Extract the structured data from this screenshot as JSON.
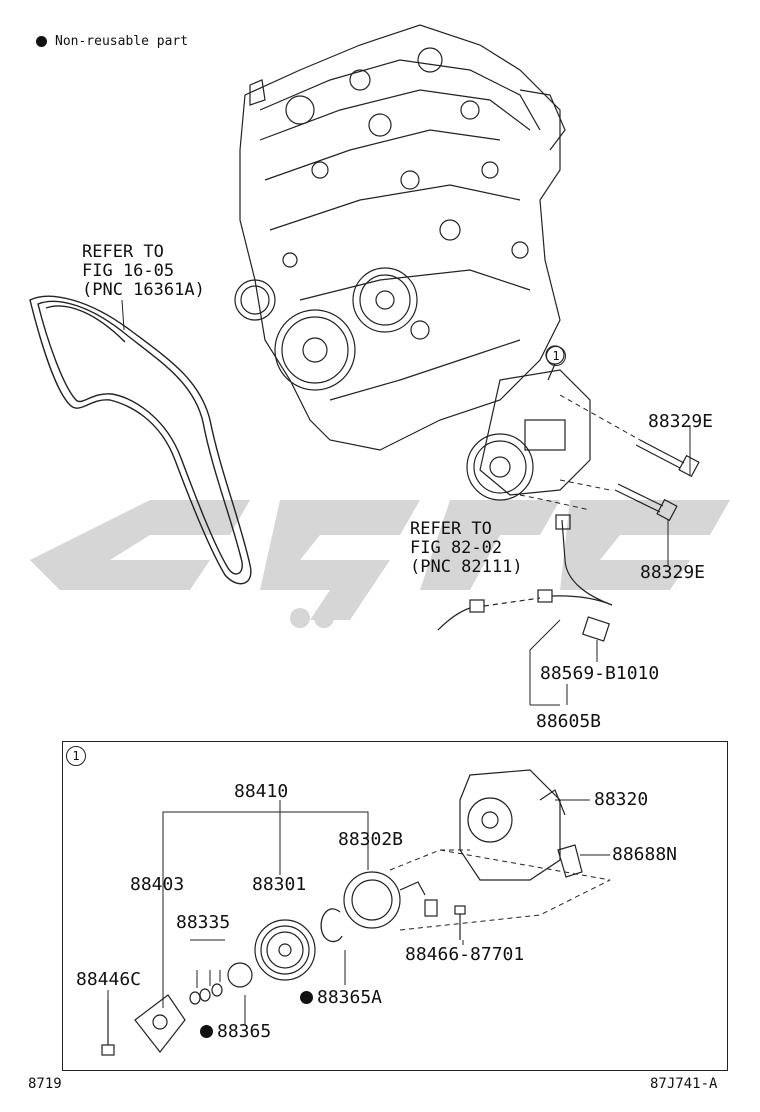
{
  "legend": {
    "symbol": "●",
    "text": "Non-reusable part"
  },
  "callout_number": "1",
  "references": {
    "belt": [
      "REFER TO",
      "FIG 16-05",
      "(PNC 16361A)"
    ],
    "wiring": [
      "REFER TO",
      "FIG 82-02",
      "(PNC 82111)"
    ]
  },
  "part_labels": {
    "bolt_upper": "88329E",
    "bolt_lower": "88329E",
    "sensor": "88569-B1010",
    "harness": "88605B",
    "clutch_assy": "88410",
    "compressor": "88320",
    "field_coil": "88302B",
    "bracket": "88688N",
    "hub": "88403",
    "pulley": "88301",
    "shims": "88335",
    "hub_bolt": "88446C",
    "snap_ring_large": "88365A",
    "snap_ring_small": "88365",
    "screw": "88466-87701"
  },
  "non_reusable": [
    "88365A",
    "88365"
  ],
  "footer": {
    "left": "8719",
    "right": "87J741-A"
  }
}
